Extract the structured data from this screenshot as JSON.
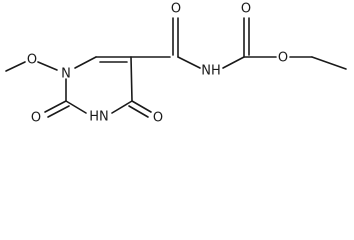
{
  "molecule": {
    "atoms": {
      "o_methoxy": "O",
      "n1": "N",
      "o_c2": "O",
      "nh3": "HN",
      "o_c4": "O",
      "o_amide": "O",
      "nh_amide": "NH",
      "o_carbamate_carbonyl": "O",
      "o_ester": "O"
    }
  }
}
